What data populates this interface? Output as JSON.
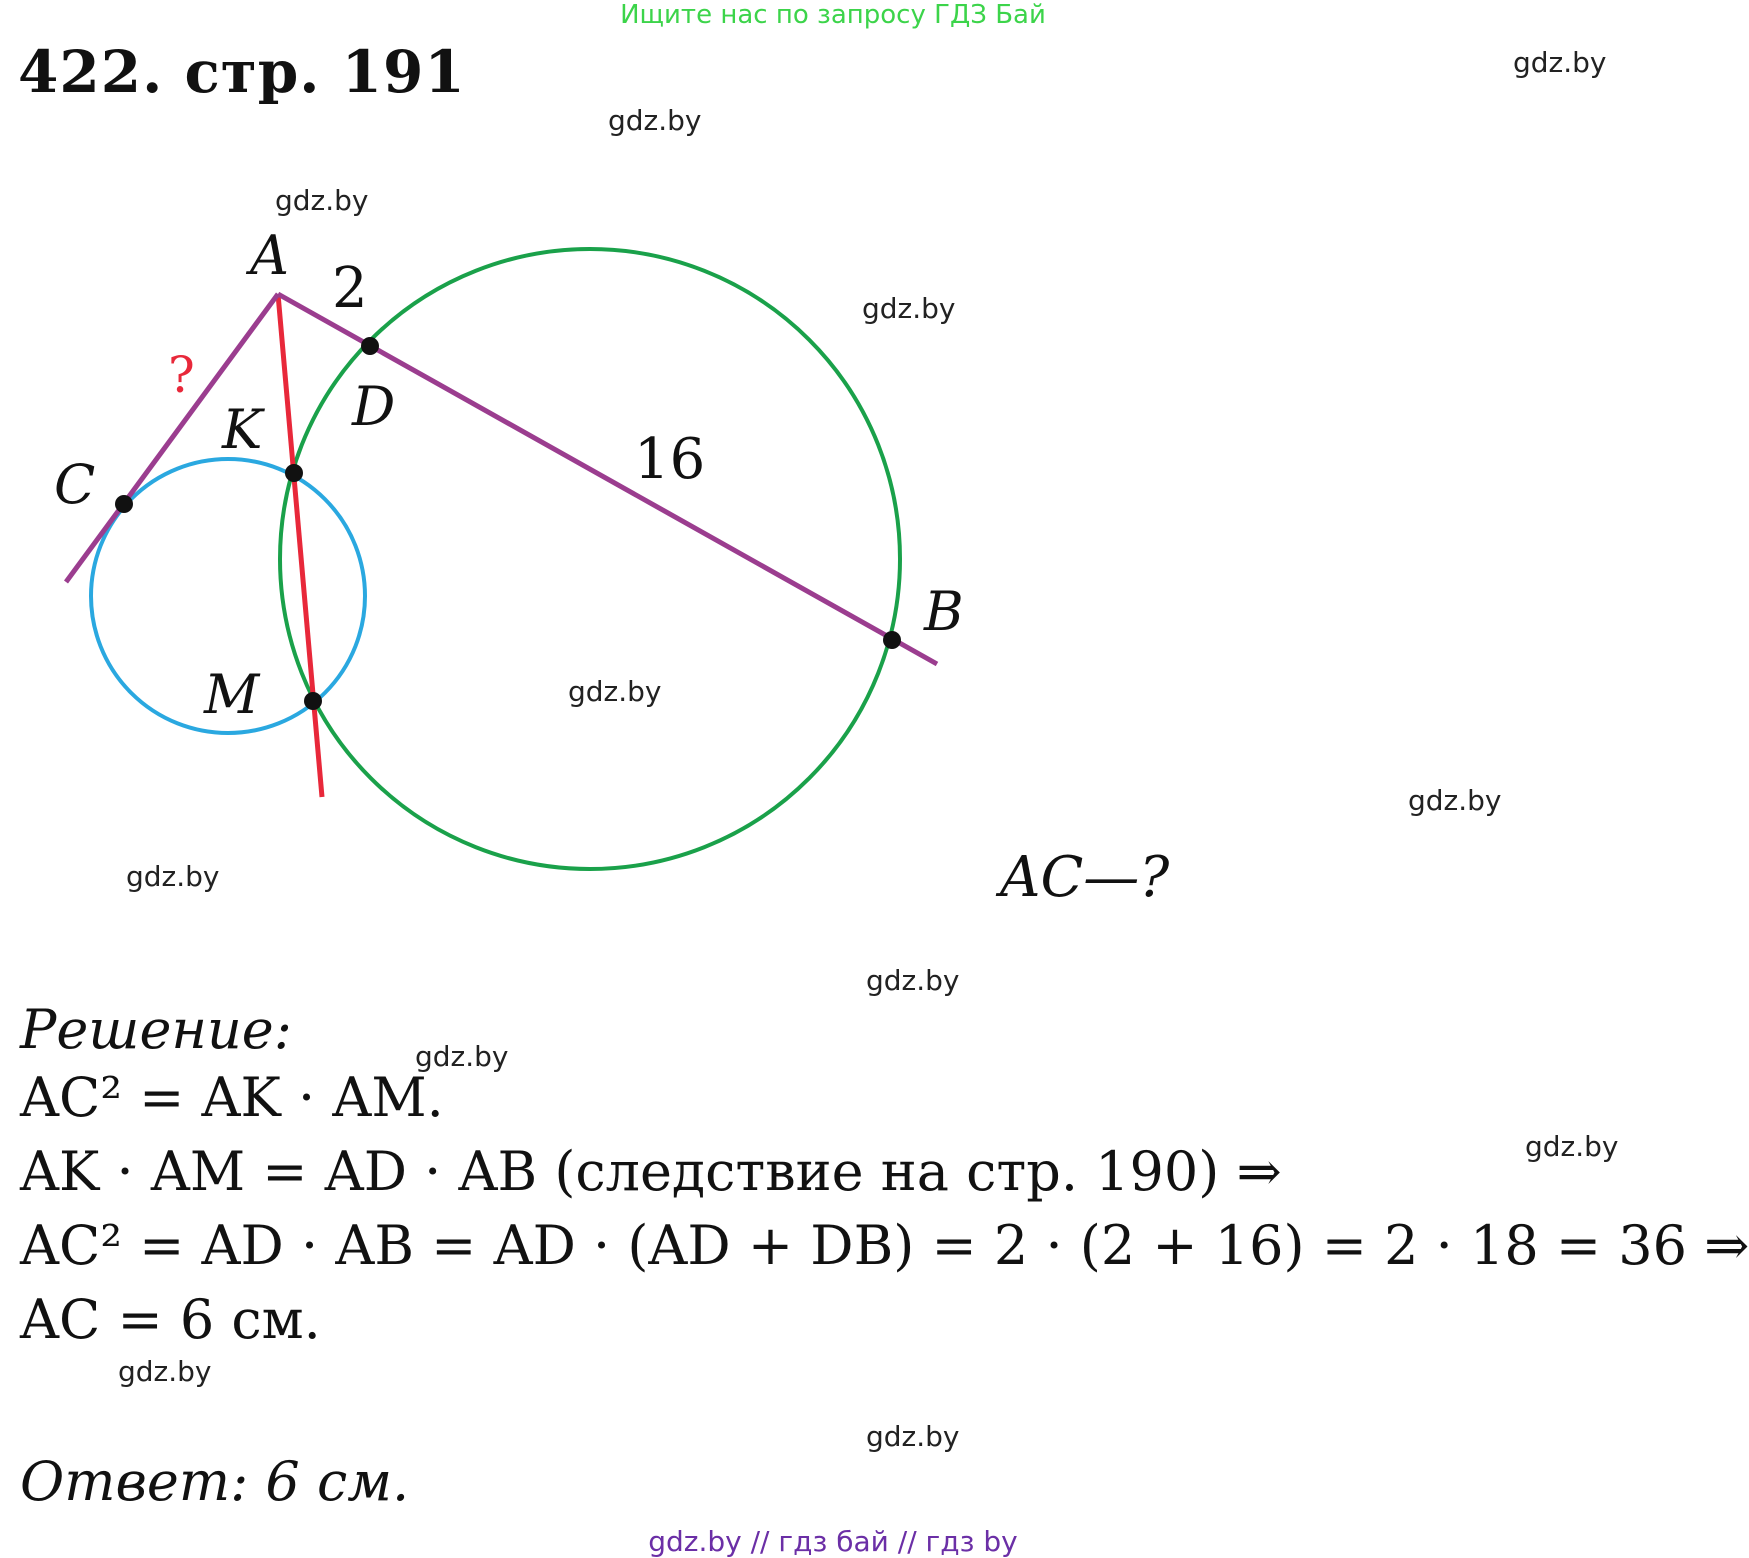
{
  "banner": "Ищите нас по запросу ГДЗ Бай",
  "title": "422. стр. 191",
  "watermark": "gdz.by",
  "diagram": {
    "points": {
      "A": "A",
      "B": "B",
      "C": "C",
      "D": "D",
      "K": "K",
      "M": "M"
    },
    "len_AD": "2",
    "len_DB": "16",
    "unknown": "?",
    "colors": {
      "big_circle": "#1aa14a",
      "small_circle": "#2aa8e0",
      "secant_line": "#e8283a",
      "tangent_lines": "#9b3d8f",
      "points": "#111111"
    }
  },
  "question": "AC—?",
  "solution": {
    "heading": "Решение:",
    "line1": "AC² = AK · AM.",
    "line2": "AK · AM = AD · AB (следствие на стр. 190) ⇒",
    "line3": "AC² = AD · AB = AD · (AD + DB) = 2 · (2 + 16) = 2 · 18 = 36 ⇒",
    "line4": "AC = 6 см."
  },
  "answer": "Ответ: 6 см.",
  "footer": "gdz.by  //  гдз бай  //  гдз by"
}
